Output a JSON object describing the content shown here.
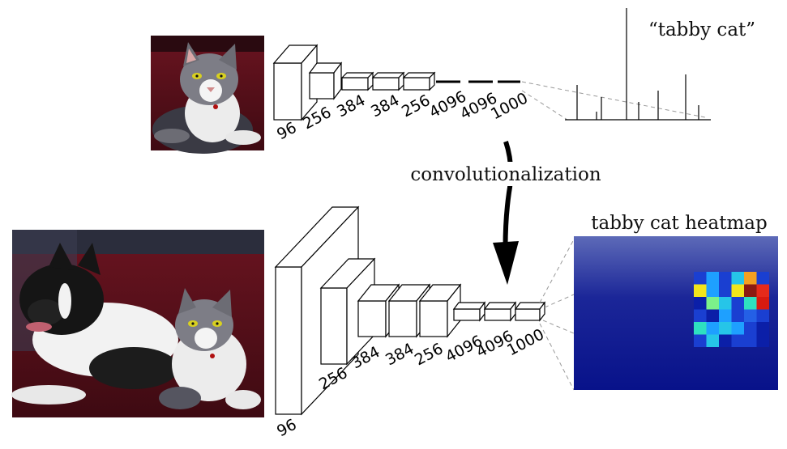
{
  "top": {
    "input_label": "",
    "layers": [
      "96",
      "256",
      "384",
      "384",
      "256",
      "4096",
      "4096",
      "1000"
    ],
    "prediction_label": "“tabby cat”"
  },
  "middle": {
    "transform_label": "convolutionalization"
  },
  "bottom": {
    "layers": [
      "96",
      "256",
      "384",
      "384",
      "256",
      "4096",
      "4096",
      "1000"
    ],
    "heatmap_title": "tabby cat heatmap",
    "heatmap_cells": [
      {
        "c": 0,
        "r": 0,
        "color": "#1a3fd1"
      },
      {
        "c": 1,
        "r": 0,
        "color": "#1ea0ff"
      },
      {
        "c": 2,
        "r": 0,
        "color": "#1a3fd1"
      },
      {
        "c": 3,
        "r": 0,
        "color": "#26c5e8"
      },
      {
        "c": 4,
        "r": 0,
        "color": "#f4a020"
      },
      {
        "c": 5,
        "r": 0,
        "color": "#1a3fd1"
      },
      {
        "c": 0,
        "r": 1,
        "color": "#f2e51c"
      },
      {
        "c": 1,
        "r": 1,
        "color": "#1ea0ff"
      },
      {
        "c": 2,
        "r": 1,
        "color": "#1a3fd1"
      },
      {
        "c": 3,
        "r": 1,
        "color": "#f2e51c"
      },
      {
        "c": 4,
        "r": 1,
        "color": "#8b1a12"
      },
      {
        "c": 5,
        "r": 1,
        "color": "#e62a1a"
      },
      {
        "c": 0,
        "r": 2,
        "color": "#0b1fa8"
      },
      {
        "c": 1,
        "r": 2,
        "color": "#7cf08a"
      },
      {
        "c": 2,
        "r": 2,
        "color": "#26c5e8"
      },
      {
        "c": 3,
        "r": 2,
        "color": "#1a3fd1"
      },
      {
        "c": 4,
        "r": 2,
        "color": "#2ee0c0"
      },
      {
        "c": 5,
        "r": 2,
        "color": "#d81a10"
      },
      {
        "c": 0,
        "r": 3,
        "color": "#1a3fd1"
      },
      {
        "c": 1,
        "r": 3,
        "color": "#0b1fa8"
      },
      {
        "c": 2,
        "r": 3,
        "color": "#1ea0ff"
      },
      {
        "c": 3,
        "r": 3,
        "color": "#1a3fd1"
      },
      {
        "c": 4,
        "r": 3,
        "color": "#2460e6"
      },
      {
        "c": 5,
        "r": 3,
        "color": "#1a3fd1"
      },
      {
        "c": 0,
        "r": 4,
        "color": "#2ee0c0"
      },
      {
        "c": 1,
        "r": 4,
        "color": "#1ea0ff"
      },
      {
        "c": 2,
        "r": 4,
        "color": "#26c5e8"
      },
      {
        "c": 3,
        "r": 4,
        "color": "#1ea0ff"
      },
      {
        "c": 4,
        "r": 4,
        "color": "#1a3fd1"
      },
      {
        "c": 5,
        "r": 4,
        "color": "#0b1fa8"
      },
      {
        "c": 0,
        "r": 5,
        "color": "#1a3fd1"
      },
      {
        "c": 1,
        "r": 5,
        "color": "#26c5e8"
      },
      {
        "c": 2,
        "r": 5,
        "color": "#0b1fa8"
      },
      {
        "c": 3,
        "r": 5,
        "color": "#1a3fd1"
      },
      {
        "c": 4,
        "r": 5,
        "color": "#1a3fd1"
      },
      {
        "c": 5,
        "r": 5,
        "color": "#0b1fa8"
      }
    ]
  },
  "colors": {
    "photo_wall": "#5a1018",
    "cat_fur": "#7d7d86",
    "cat_white": "#f0f0f0",
    "heatmap_bg_top": "#4a5ab0",
    "heatmap_bg_bottom": "#08128a"
  }
}
